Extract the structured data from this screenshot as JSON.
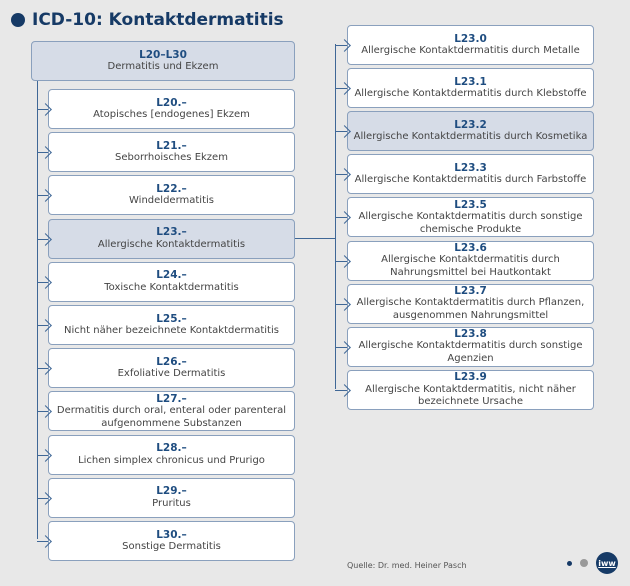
{
  "title": "ICD-10: Kontaktdermatitis",
  "root": {
    "code": "L20–L30",
    "label": "Dermatitis und Ekzem"
  },
  "left": [
    {
      "code": "L20.–",
      "label": "Atopisches [endogenes] Ekzem"
    },
    {
      "code": "L21.–",
      "label": "Seborrhoisches Ekzem"
    },
    {
      "code": "L22.–",
      "label": "Windeldermatitis"
    },
    {
      "code": "L23.–",
      "label": "Allergische Kontaktdermatitis",
      "highlight": true
    },
    {
      "code": "L24.–",
      "label": "Toxische Kontaktdermatitis"
    },
    {
      "code": "L25.–",
      "label": "Nicht näher bezeichnete Kontaktdermatitis"
    },
    {
      "code": "L26.–",
      "label": "Exfoliative Dermatitis"
    },
    {
      "code": "L27.–",
      "label": "Dermatitis durch oral, enteral oder parenteral aufgenommene Substanzen"
    },
    {
      "code": "L28.–",
      "label": "Lichen simplex chronicus und Prurigo"
    },
    {
      "code": "L29.–",
      "label": "Pruritus"
    },
    {
      "code": "L30.–",
      "label": "Sonstige Dermatitis"
    }
  ],
  "right": [
    {
      "code": "L23.0",
      "label": "Allergische Kontaktdermatitis durch Metalle"
    },
    {
      "code": "L23.1",
      "label": "Allergische Kontaktdermatitis durch Klebstoffe"
    },
    {
      "code": "L23.2",
      "label": "Allergische Kontaktdermatitis durch Kosmetika",
      "highlight": true
    },
    {
      "code": "L23.3",
      "label": "Allergische Kontaktdermatitis durch Farbstoffe"
    },
    {
      "code": "L23.5",
      "label": "Allergische Kontaktdermatitis durch sonstige chemische Produkte"
    },
    {
      "code": "L23.6",
      "label": "Allergische Kontaktdermatitis durch Nahrungsmittel bei Hautkontakt"
    },
    {
      "code": "L23.7",
      "label": "Allergische Kontaktdermatitis durch Pflanzen, ausgenommen Nahrungsmittel"
    },
    {
      "code": "L23.8",
      "label": "Allergische Kontaktdermatitis durch sonstige Agenzien"
    },
    {
      "code": "L23.9",
      "label": "Allergische Kontaktdermatitis, nicht näher bezeichnete Ursache"
    }
  ],
  "source": "Quelle: Dr. med. Heiner Pasch",
  "logo": "iww"
}
